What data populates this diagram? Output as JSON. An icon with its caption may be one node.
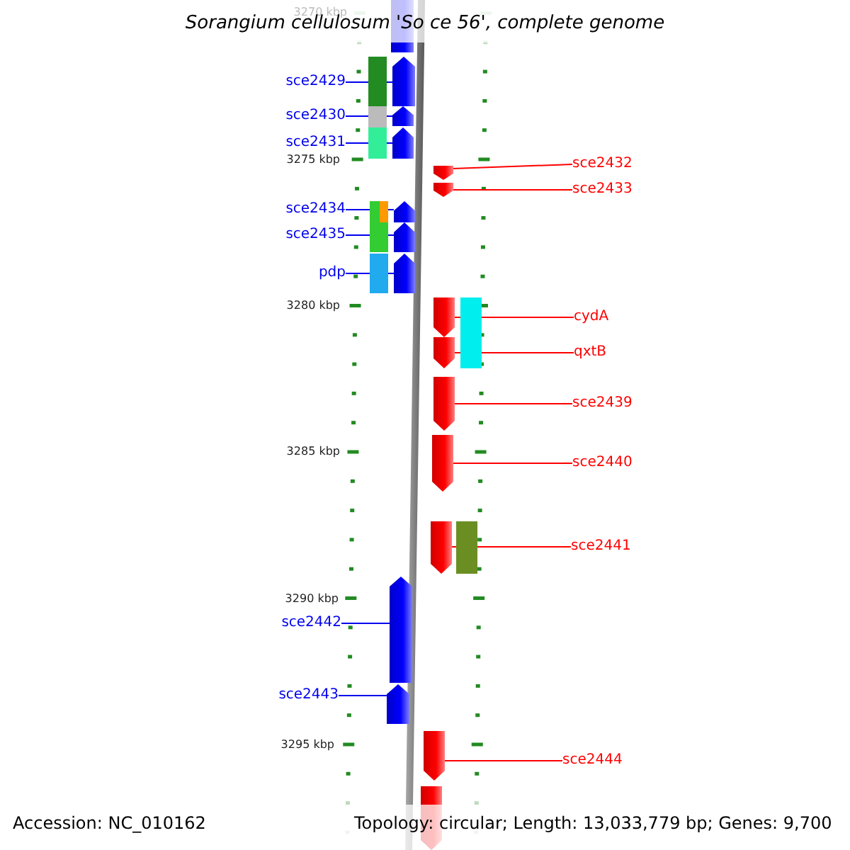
{
  "diagram": {
    "title": "Sorangium cellulosum 'So ce 56', complete genome",
    "nodes": [
      {
        "text": [
          "sce2429"
        ]
      },
      {
        "text": [
          "sce2430"
        ]
      },
      {
        "text": [
          "sce2431"
        ]
      },
      {
        "text": [
          "sce2432"
        ]
      },
      {
        "text": [
          "sce2433"
        ]
      },
      {
        "text": [
          "sce2434"
        ]
      },
      {
        "text": [
          "sce2435"
        ]
      },
      {
        "text": [
          "pdp"
        ]
      },
      {
        "text": [
          "cydA"
        ]
      },
      {
        "text": [
          "qxtB"
        ]
      },
      {
        "text": [
          "sce2439"
        ]
      },
      {
        "text": [
          "sce2440"
        ]
      },
      {
        "text": [
          "sce2441"
        ]
      },
      {
        "text": [
          "sce2442"
        ]
      },
      {
        "text": [
          "sce2443"
        ]
      },
      {
        "text": [
          "sce2444"
        ]
      },
      {
        "text": [],
        "shape": "bar"
      },
      {
        "text": [],
        "shape": "arrow"
      },
      {
        "text": [],
        "shape": "arrow"
      },
      {
        "text": [],
        "shape": "arrow"
      },
      {
        "text": [],
        "shape": "arrow"
      },
      {
        "text": [],
        "shape": "arrow"
      },
      {
        "text": [],
        "shape": "arrow"
      },
      {
        "text": [],
        "shape": "arrow"
      },
      {
        "text": [],
        "shape": "arrow"
      },
      {
        "text": [],
        "shape": "arrow"
      },
      {
        "text": [],
        "shape": "arrow"
      },
      {
        "text": [],
        "shape": "arrow"
      },
      {
        "text": [],
        "shape": "arrow"
      },
      {
        "text": [],
        "shape": "arrow"
      },
      {
        "text": [],
        "shape": "arrow"
      },
      {
        "text": [],
        "shape": "arrow"
      },
      {
        "text": [],
        "shape": "arrow"
      },
      {
        "text": [],
        "shape": "arrow"
      }
    ],
    "edges": [
      {
        "from": 0,
        "to": 17,
        "arrow": "none"
      },
      {
        "from": 1,
        "to": 18,
        "arrow": "none"
      },
      {
        "from": 2,
        "to": 19,
        "arrow": "none"
      },
      {
        "from": 3,
        "to": 20,
        "arrow": "none",
        "color": "#ff0000"
      },
      {
        "from": 4,
        "to": 21,
        "arrow": "none",
        "color": "#ff0000"
      },
      {
        "from": 5,
        "to": 22,
        "arrow": "none"
      },
      {
        "from": 6,
        "to": 23,
        "arrow": "none"
      },
      {
        "from": 7,
        "to": 24,
        "arrow": "none"
      },
      {
        "from": 8,
        "to": 25,
        "arrow": "none",
        "color": "#ff0000"
      },
      {
        "from": 9,
        "to": 26,
        "arrow": "none",
        "color": "#ff0000"
      },
      {
        "from": 10,
        "to": 27,
        "arrow": "none",
        "color": "#ff0000"
      },
      {
        "from": 11,
        "to": 28,
        "arrow": "none",
        "color": "#ff0000"
      },
      {
        "from": 12,
        "to": 29,
        "arrow": "none",
        "color": "#ff0000"
      },
      {
        "from": 13,
        "to": 30,
        "arrow": "none"
      },
      {
        "from": 14,
        "to": 31,
        "arrow": "none"
      },
      {
        "from": 15,
        "to": 32,
        "arrow": "none",
        "color": "#ff0000"
      }
    ],
    "labels": [
      "3270 kbp",
      "3275 kbp",
      "3280 kbp",
      "3285 kbp",
      "3290 kbp",
      "3295 kbp",
      "Accession: NC_010162",
      "Topology: circular; Length: 13,033,779 bp; Genes: 9,700"
    ]
  }
}
